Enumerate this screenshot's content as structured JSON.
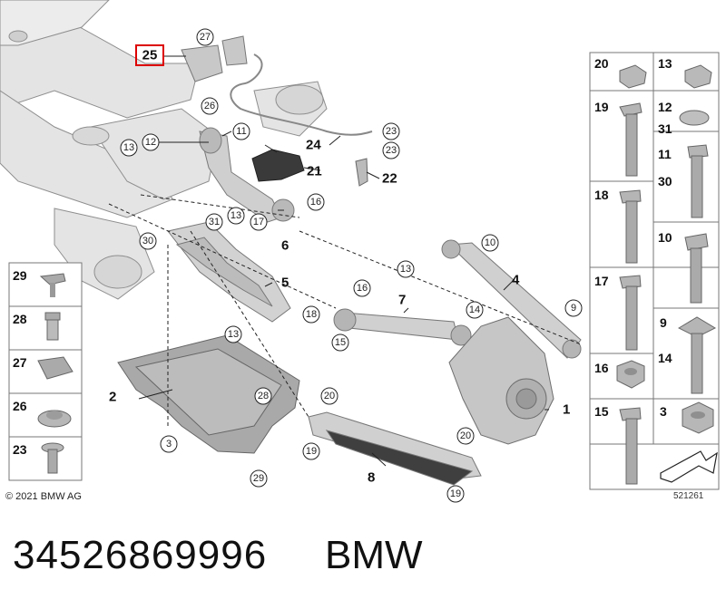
{
  "diagram": {
    "highlighted_label": "25",
    "callouts": {
      "c27_top": "27",
      "c26_top": "26",
      "c11": "11",
      "c12_top": "12",
      "c13_top": "13",
      "c23a": "23",
      "c23b": "23",
      "c16_top": "16",
      "c17": "17",
      "c13_mid": "13",
      "c31_mid": "31",
      "c30_mid": "30",
      "c10_mid": "10",
      "c13_arm": "13",
      "c16_link": "16",
      "c14_link": "14",
      "c15_link": "15",
      "c9_mid": "9",
      "c13_low": "13",
      "c18_low": "18",
      "c28_mid": "28",
      "c20_a": "20",
      "c20_b": "20",
      "c19_a": "19",
      "c19_b": "19",
      "c3_mid": "3",
      "c29_mid": "29"
    },
    "part_labels": {
      "p24": "24",
      "p21": "21",
      "p22": "22",
      "p6": "6",
      "p5": "5",
      "p7": "7",
      "p4": "4",
      "p2": "2",
      "p1": "1",
      "p8": "8"
    }
  },
  "left_table": [
    "29",
    "28",
    "27",
    "26",
    "23"
  ],
  "right_table": [
    {
      "a": "20",
      "b": "13"
    },
    {
      "a": "19",
      "b": "12",
      "b2": "31"
    },
    {
      "a": "",
      "b": "11",
      "b2": "30"
    },
    {
      "a": "18",
      "b": "10"
    },
    {
      "a": "17",
      "b": "9",
      "b2": "14"
    },
    {
      "a": "16",
      "b": ""
    },
    {
      "a": "15",
      "b": "3"
    }
  ],
  "copyright": "© 2021 BMW AG",
  "article_number": "521261",
  "part_number": "34526869996",
  "brand": "BMW"
}
